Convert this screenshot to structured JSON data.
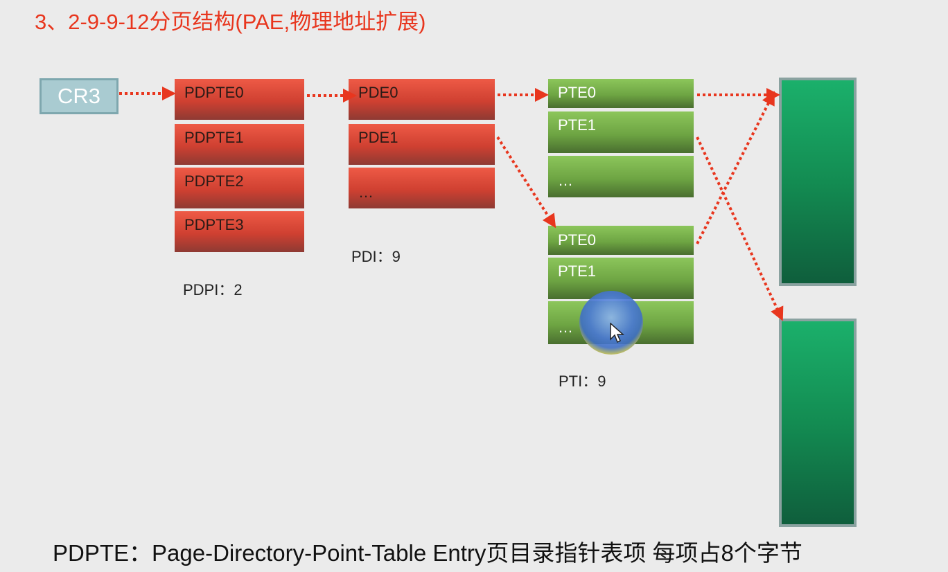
{
  "title": "3、2-9-9-12分页结构(PAE,物理地址扩展)",
  "cr3": "CR3",
  "pdpt": {
    "entries": [
      "PDPTE0",
      "PDPTE1",
      "PDPTE2",
      "PDPTE3"
    ],
    "index_label": "PDPI：2"
  },
  "pd": {
    "entries": [
      "PDE0",
      "PDE1",
      "…"
    ],
    "index_label": "PDI：9"
  },
  "pt_a": {
    "entries": [
      "PTE0",
      "PTE1",
      "…"
    ]
  },
  "pt_b": {
    "entries": [
      "PTE0",
      "PTE1",
      "…"
    ],
    "index_label": "PTI：9"
  },
  "footer": "PDPTE：Page-Directory-Point-Table  Entry页目录指针表项 每项占8个字节",
  "colors": {
    "title": "#e8361e",
    "arrow": "#e8361e",
    "directory_cells": "#cf4031",
    "table_cells": "#6ea543",
    "physical_page": "#138c52"
  }
}
